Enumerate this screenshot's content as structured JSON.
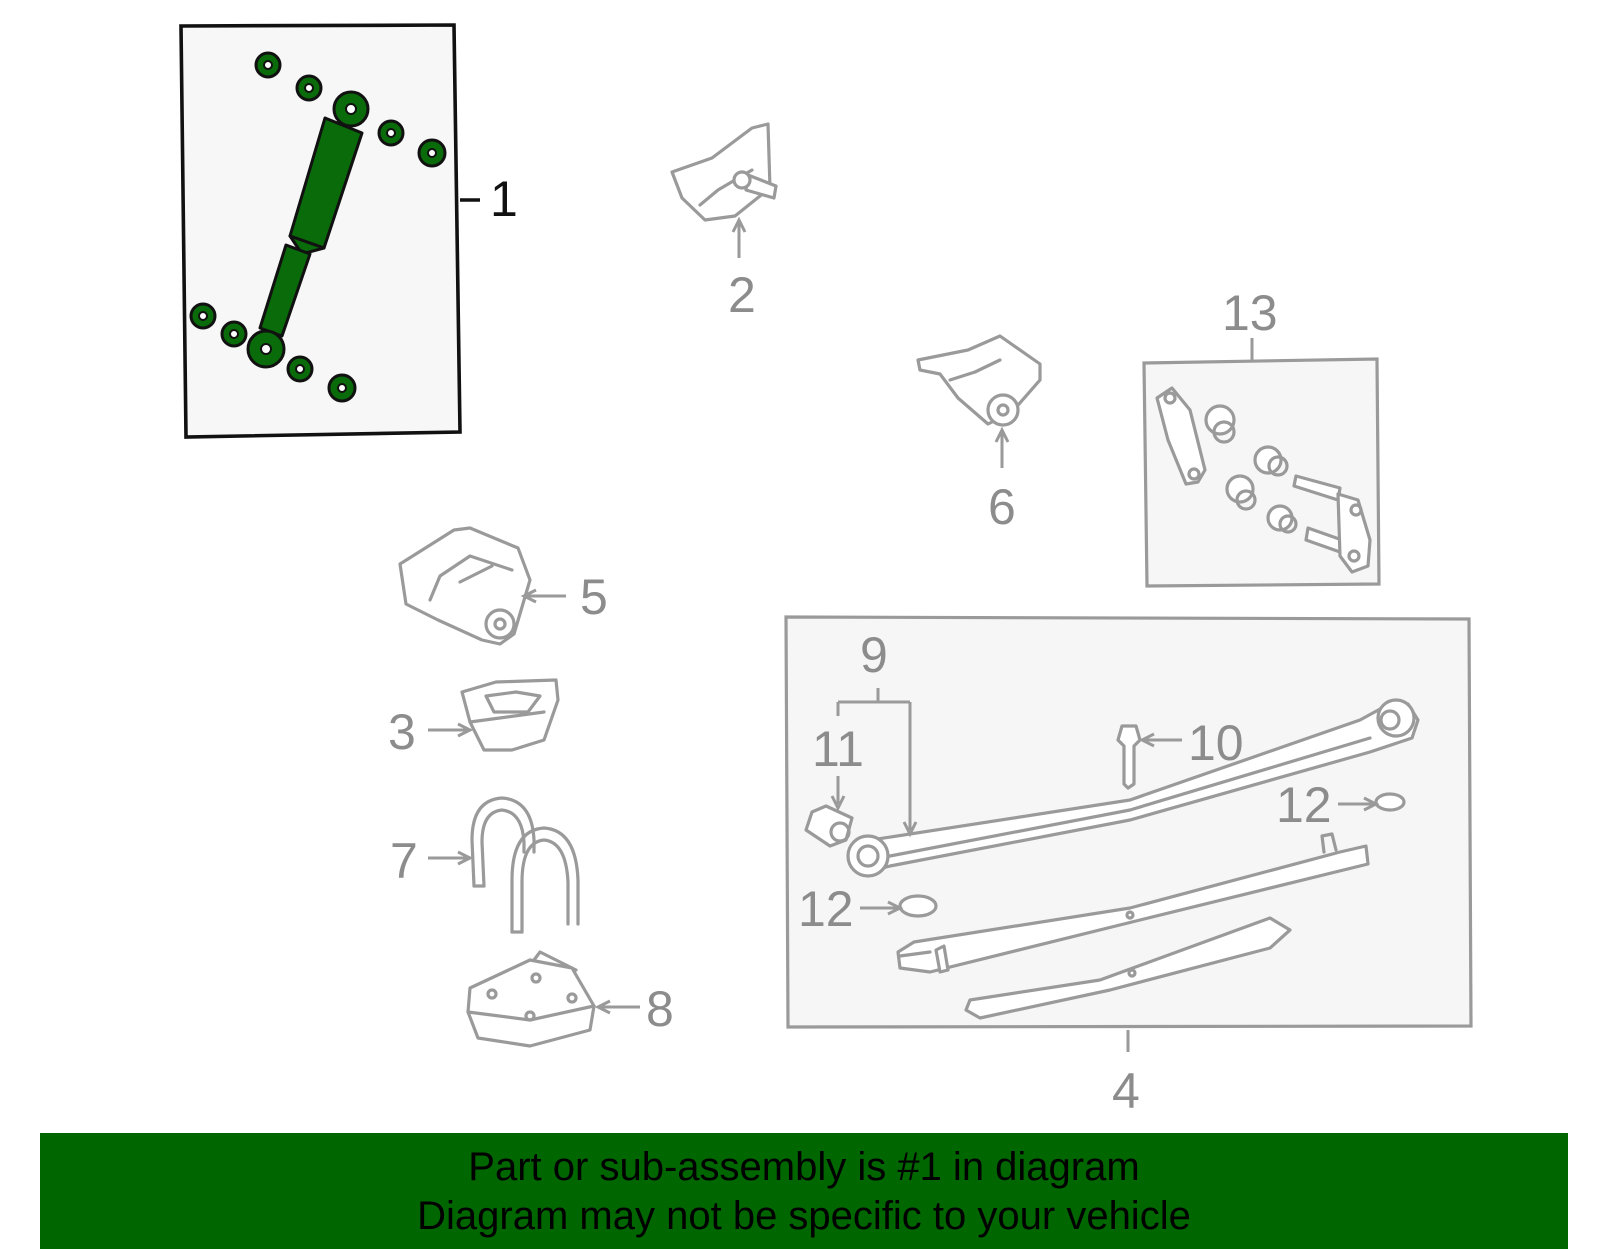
{
  "diagram": {
    "callouts": {
      "c1": "1",
      "c2": "2",
      "c3": "3",
      "c4": "4",
      "c5": "5",
      "c6": "6",
      "c7": "7",
      "c8": "8",
      "c9": "9",
      "c10": "10",
      "c11": "11",
      "c12a": "12",
      "c12b": "12",
      "c13": "13"
    },
    "highlight_color": "#0a6b0a",
    "part_color": "#9a9a9a"
  },
  "banner": {
    "line1": "Part or sub-assembly is #1 in diagram",
    "line2": "Diagram may not be specific to your vehicle",
    "background": "#006600"
  }
}
